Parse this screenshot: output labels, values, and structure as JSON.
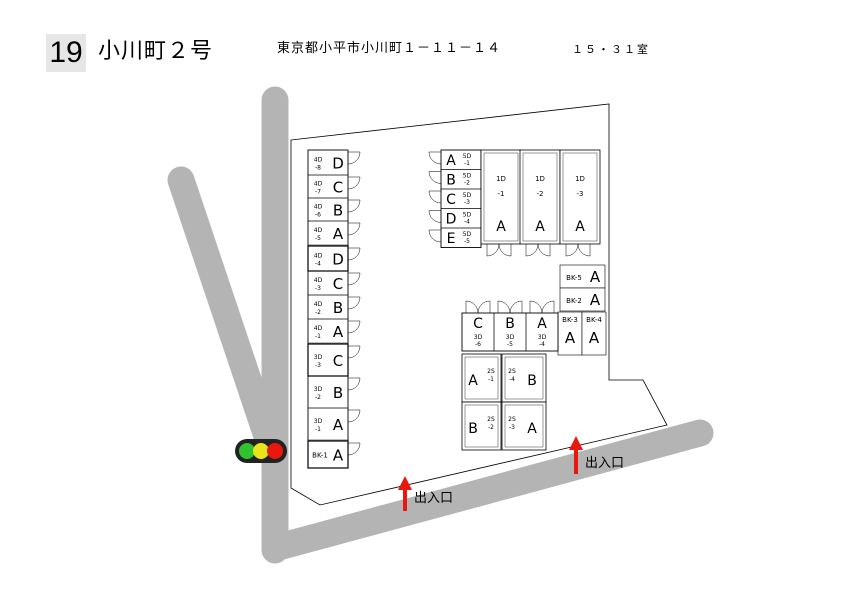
{
  "header": {
    "number": "19",
    "title": "小川町２号",
    "address": "東京都小平市小川町１－１１－１４",
    "unit_count": "１５・３１室"
  },
  "entrance_label": "出入口",
  "left_column": [
    {
      "letter": "D",
      "code_top": "4D",
      "code_bottom": "-8"
    },
    {
      "letter": "C",
      "code_top": "4D",
      "code_bottom": "-7"
    },
    {
      "letter": "B",
      "code_top": "4D",
      "code_bottom": "-6"
    },
    {
      "letter": "A",
      "code_top": "4D",
      "code_bottom": "-5"
    },
    {
      "letter": "D",
      "code_top": "4D",
      "code_bottom": "-4"
    },
    {
      "letter": "C",
      "code_top": "4D",
      "code_bottom": "-3"
    },
    {
      "letter": "B",
      "code_top": "4D",
      "code_bottom": "-2"
    },
    {
      "letter": "A",
      "code_top": "4D",
      "code_bottom": "-1"
    },
    {
      "letter": "C",
      "code_top": "3D",
      "code_bottom": "-3"
    },
    {
      "letter": "B",
      "code_top": "3D",
      "code_bottom": "-2"
    },
    {
      "letter": "A",
      "code_top": "3D",
      "code_bottom": "-1"
    },
    {
      "letter": "A",
      "code_top": "BK-1",
      "code_bottom": ""
    }
  ],
  "top_5d_column": [
    {
      "letter": "A",
      "code_top": "5D",
      "code_bottom": "-1"
    },
    {
      "letter": "B",
      "code_top": "5D",
      "code_bottom": "-2"
    },
    {
      "letter": "C",
      "code_top": "5D",
      "code_bottom": "-3"
    },
    {
      "letter": "D",
      "code_top": "5D",
      "code_bottom": "-4"
    },
    {
      "letter": "E",
      "code_top": "5D",
      "code_bottom": "-5"
    }
  ],
  "top_1d_units": [
    {
      "letter": "A",
      "code_top": "1D",
      "code_bottom": "-1"
    },
    {
      "letter": "A",
      "code_top": "1D",
      "code_bottom": "-2"
    },
    {
      "letter": "A",
      "code_top": "1D",
      "code_bottom": "-3"
    }
  ],
  "bk_right": [
    {
      "letter": "A",
      "code": "BK-5"
    },
    {
      "letter": "A",
      "code": "BK-2"
    },
    {
      "letter": "A",
      "code": "BK-3"
    },
    {
      "letter": "A",
      "code": "BK-4"
    }
  ],
  "mid_3d_row": [
    {
      "letter": "C",
      "code_top": "3D",
      "code_bottom": "-6"
    },
    {
      "letter": "B",
      "code_top": "3D",
      "code_bottom": "-5"
    },
    {
      "letter": "A",
      "code_top": "3D",
      "code_bottom": "-4"
    }
  ],
  "units_2s": [
    {
      "letter": "A",
      "code_top": "2S",
      "code_bottom": "-1"
    },
    {
      "letter": "B",
      "code_top": "2S",
      "code_bottom": "-4"
    },
    {
      "letter": "B",
      "code_top": "2S",
      "code_bottom": "-2"
    },
    {
      "letter": "A",
      "code_top": "2S",
      "code_bottom": "-3"
    }
  ],
  "colors": {
    "road": "#b4b4b4",
    "arrow": "#e8190c",
    "light_green": "#2fc32f",
    "light_yellow": "#e9e31a",
    "light_red": "#e8190c"
  }
}
